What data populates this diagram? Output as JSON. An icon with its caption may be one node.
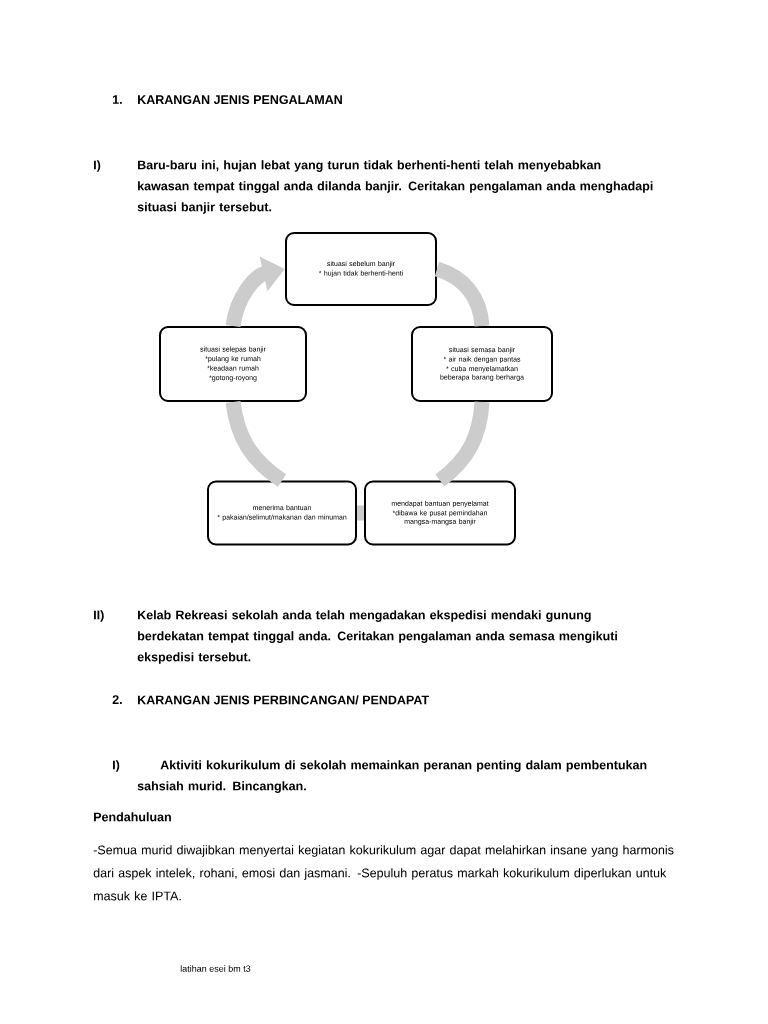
{
  "diagram": {
    "nodes": [
      {
        "text": [
          "situasi sebelum banjir",
          "* hujan tidak berhenti-henti"
        ]
      },
      {
        "text": [
          "situasi semasa banjir",
          "* air naik dengan pantas",
          "* cuba menyelamatkan beberapa barang berharga"
        ]
      },
      {
        "text": [
          "mendapat bantuan penyelamat",
          "*dibawa ke pusat pemindahan mangsa-mangsa banjir"
        ]
      },
      {
        "text": [
          "menerima bantuan",
          "* pakaian/selimut/makanan dan minuman"
        ]
      },
      {
        "text": [
          "situasi selepas  banjir",
          "*pulang ke rumah",
          "*keadaan rumah",
          "*gotong-royong"
        ]
      }
    ],
    "edges": [
      {
        "from": 0,
        "to": 1,
        "arrow": "none"
      },
      {
        "from": 1,
        "to": 2,
        "arrow": "none"
      },
      {
        "from": 2,
        "to": 3,
        "arrow": "none"
      },
      {
        "from": 3,
        "to": 4,
        "arrow": "none"
      },
      {
        "from": 4,
        "to": 0,
        "arrow": "to"
      }
    ],
    "labels": [
      "1.",
      "KARANGAN JENIS PENGALAMAN",
      "I)",
      "Baru-baru ini, hujan lebat yang turun tidak berhenti-henti telah menyebabkan kawasan tempat tinggal anda dilanda banjir. Ceritakan pengalaman anda menghadapi situasi banjir tersebut.",
      "II)",
      "Kelab Rekreasi sekolah anda telah mengadakan ekspedisi mendaki gunung berdekatan tempat tinggal anda. Ceritakan pengalaman anda semasa mengikuti ekspedisi tersebut.",
      "2.",
      "KARANGAN JENIS PERBINCANGAN/ PENDAPAT",
      "I)",
      "Aktiviti kokurikulum di sekolah memainkan peranan penting dalam pembentukan sahsiah murid. Bincangkan.",
      "Pendahuluan",
      "-Semua murid diwajibkan menyertai kegiatan kokurikulum agar dapat melahirkan insane yang harmonis dari aspek intelek, rohani, emosi dan jasmani. -Sepuluh peratus markah kokurikulum diperlukan untuk masuk ke IPTA.",
      "latihan esei bm t3"
    ]
  }
}
